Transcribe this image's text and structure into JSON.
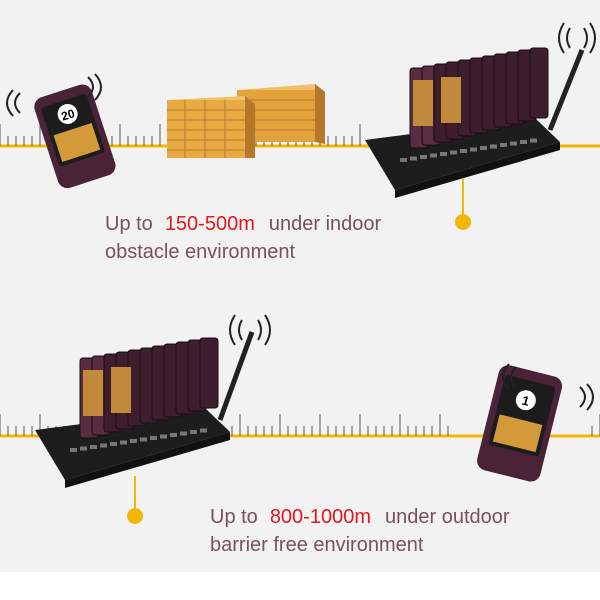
{
  "section1": {
    "prefix": "Up to",
    "range": "150-500m",
    "suffix": "under indoor",
    "line2": "obstacle environment",
    "pager_number": "20"
  },
  "section2": {
    "prefix": "Up to",
    "range": "800-1000m",
    "suffix": "under outdoor",
    "line2": "barrier free environment",
    "pager_number": "1"
  },
  "colors": {
    "caption": "#7a5060",
    "highlight": "#e0191e",
    "accent": "#f2b705",
    "device": "#4a2436",
    "brick": "#e3a23a"
  },
  "icons": [
    "signal-wave-icon",
    "pager-icon",
    "brick-wall-icon",
    "transmitter-base-icon"
  ]
}
